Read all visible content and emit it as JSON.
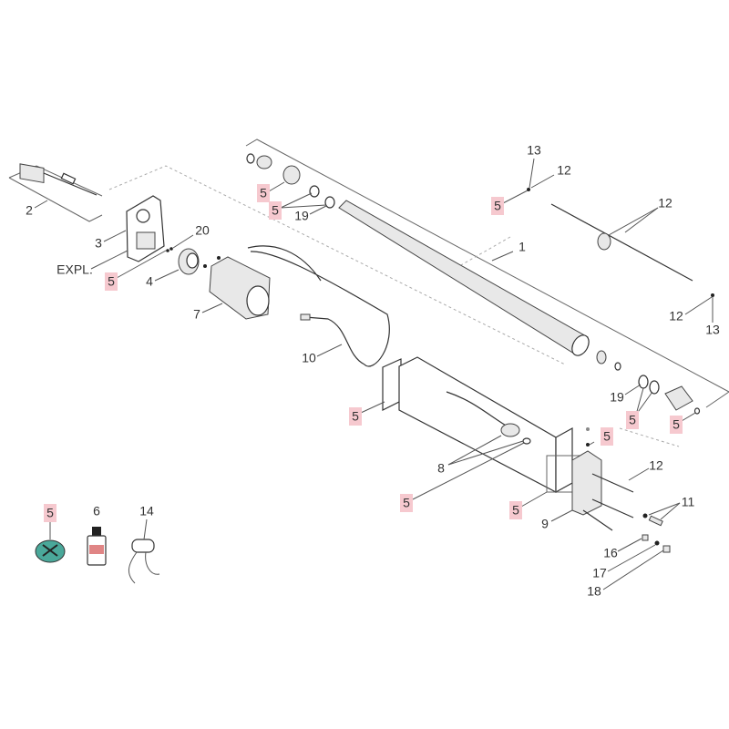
{
  "diagram": {
    "type": "exploded parts diagram",
    "labels": [
      "2",
      "3",
      "EXPL.",
      "5",
      "20",
      "4",
      "7",
      "10",
      "5",
      "5",
      "19",
      "13",
      "12",
      "5",
      "12",
      "1",
      "12",
      "13",
      "19",
      "5",
      "5",
      "5",
      "5",
      "8",
      "12",
      "5",
      "5",
      "9",
      "11",
      "16",
      "17",
      "18",
      "5",
      "6",
      "14"
    ],
    "highlight_color": "#f6c9cf"
  }
}
